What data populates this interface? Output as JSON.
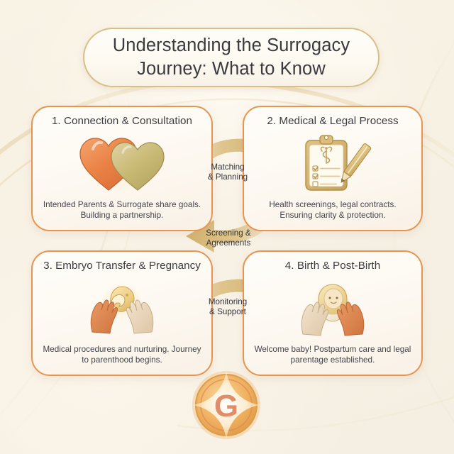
{
  "page": {
    "title_line_1": "Understanding the Surrogacy",
    "title_line_2": "Journey: What to Know",
    "background_color": "#f7f1e4",
    "accent_orange": "#e79450",
    "accent_gold": "#d4b168",
    "text_color": "#3c3c41"
  },
  "cards": [
    {
      "title": "1. Connection & Consultation",
      "description": "Intended Parents & Surrogate share goals. Building a partnership.",
      "icon": "two-hearts-icon",
      "border_color": "#e79450"
    },
    {
      "title": "2. Medical & Legal Process",
      "description": "Health screenings, legal contracts. Ensuring clarity & protection.",
      "icon": "medical-clipboard-pencil-icon",
      "border_color": "#e79450"
    },
    {
      "title": "3. Embryo Transfer & Pregnancy",
      "description": "Medical procedures and nurturing. Journey to parenthood begins.",
      "icon": "hands-cradling-embryo-icon",
      "border_color": "#e79450"
    },
    {
      "title": "4. Birth & Post-Birth",
      "description": "Welcome baby! Postpartum care and legal parentage established.",
      "icon": "hands-cradling-baby-icon",
      "border_color": "#e79450"
    }
  ],
  "connectors": [
    {
      "label_line_1": "Matching",
      "label_line_2": "& Planning",
      "direction": "right",
      "color": "#d8b673"
    },
    {
      "label_line_1": "Screening &",
      "label_line_2": "Agreements",
      "direction": "left",
      "color": "#d8b673"
    },
    {
      "label_line_1": "Monitoring",
      "label_line_2": "& Support",
      "direction": "right",
      "color": "#d8b673"
    }
  ],
  "logo": {
    "letter": "G",
    "name": "compass-star-badge-logo",
    "ring_color": "#e8a857",
    "letter_color": "#e0906e"
  }
}
